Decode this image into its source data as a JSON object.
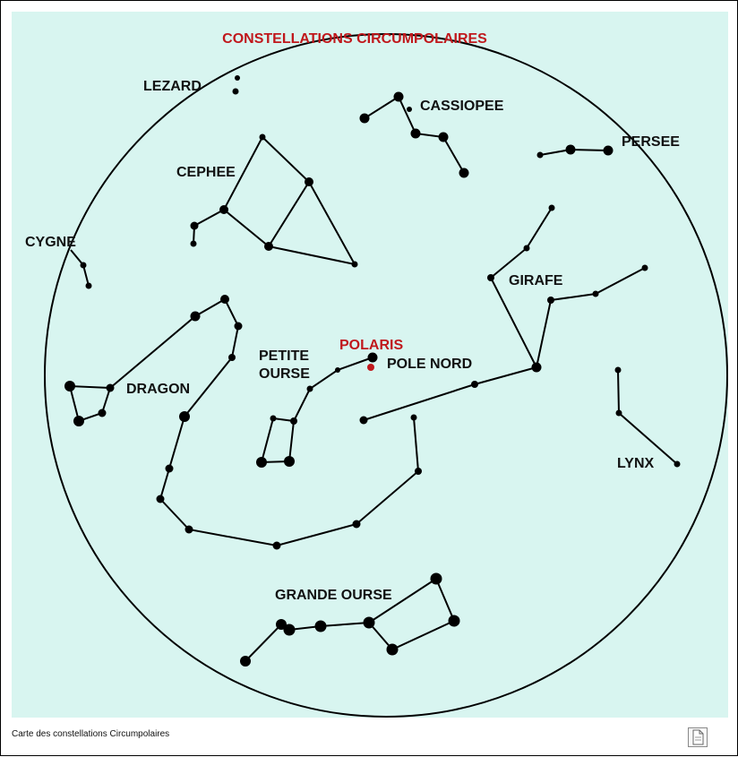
{
  "title": "CONSTELLATIONS CIRCUMPOLAIRES",
  "caption": "Carte des constellations Circumpolaires",
  "colors": {
    "panel": "#d8f5f0",
    "highlight": "#c0181c",
    "ink": "#111111"
  },
  "icons": {
    "document": "document-icon"
  },
  "labels": {
    "lezard": "LEZARD",
    "cassiopee": "CASSIOPEE",
    "persee": "PERSEE",
    "cephee": "CEPHEE",
    "cygne": "CYGNE",
    "girafe": "GIRAFE",
    "polaris": "POLARIS",
    "petite_ourse_1": "PETITE",
    "petite_ourse_2": "OURSE",
    "pole_nord": "POLE NORD",
    "dragon": "DRAGON",
    "lynx": "LYNX",
    "grande_ourse": "GRANDE OURSE"
  }
}
